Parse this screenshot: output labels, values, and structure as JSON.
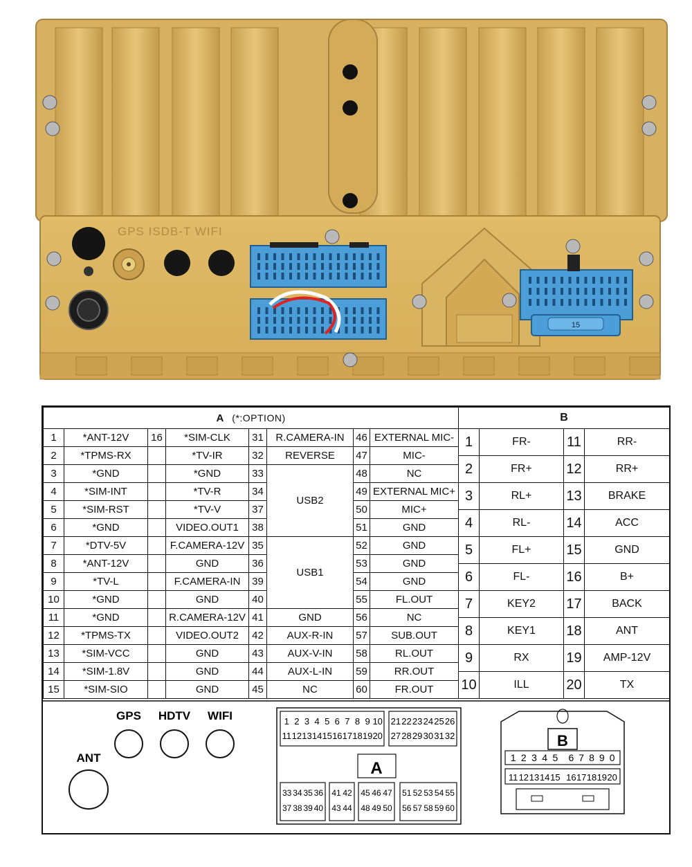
{
  "photo": {
    "label_antennas": "GPS  ISDB-T  WIFI",
    "fuse_label": "15"
  },
  "pinout": {
    "a_title": "A",
    "a_option": "(*:OPTION)",
    "b_title": "B",
    "a_rows": [
      [
        "1",
        "*ANT-12V",
        "16",
        "*SIM-CLK",
        "31",
        "R.CAMERA-IN",
        "46",
        "EXTERNAL MIC-"
      ],
      [
        "2",
        "*TPMS-RX",
        "",
        "*TV-IR",
        "32",
        "REVERSE",
        "47",
        "MIC-"
      ],
      [
        "3",
        "*GND",
        "",
        "*GND",
        "33",
        "",
        "48",
        "NC"
      ],
      [
        "4",
        "*SIM-INT",
        "",
        "*TV-R",
        "34",
        "",
        "49",
        "EXTERNAL MIC+"
      ],
      [
        "5",
        "*SIM-RST",
        "",
        "*TV-V",
        "37",
        "",
        "50",
        "MIC+"
      ],
      [
        "6",
        "*GND",
        "",
        "VIDEO.OUT1",
        "38",
        "",
        "51",
        "GND"
      ],
      [
        "7",
        "*DTV-5V",
        "",
        "F.CAMERA-12V",
        "35",
        "",
        "52",
        "GND"
      ],
      [
        "8",
        "*ANT-12V",
        "",
        "GND",
        "36",
        "",
        "53",
        "GND"
      ],
      [
        "9",
        "*TV-L",
        "",
        "F.CAMERA-IN",
        "39",
        "",
        "54",
        "GND"
      ],
      [
        "10",
        "*GND",
        "",
        "GND",
        "40",
        "",
        "55",
        "FL.OUT"
      ],
      [
        "11",
        "*GND",
        "",
        "R.CAMERA-12V",
        "41",
        "GND",
        "56",
        "NC"
      ],
      [
        "12",
        "*TPMS-TX",
        "",
        "VIDEO.OUT2",
        "42",
        "AUX-R-IN",
        "57",
        "SUB.OUT"
      ],
      [
        "13",
        "*SIM-VCC",
        "",
        "GND",
        "43",
        "AUX-V-IN",
        "58",
        "RL.OUT"
      ],
      [
        "14",
        "*SIM-1.8V",
        "",
        "GND",
        "44",
        "AUX-L-IN",
        "59",
        "RR.OUT"
      ],
      [
        "15",
        "*SIM-SIO",
        "",
        "GND",
        "45",
        "NC",
        "60",
        "FR.OUT"
      ]
    ],
    "usb2_label": "USB2",
    "usb1_label": "USB1",
    "b_rows": [
      [
        "1",
        "FR-",
        "11",
        "RR-"
      ],
      [
        "2",
        "FR+",
        "12",
        "RR+"
      ],
      [
        "3",
        "RL+",
        "13",
        "BRAKE"
      ],
      [
        "4",
        "RL-",
        "14",
        "ACC"
      ],
      [
        "5",
        "FL+",
        "15",
        "GND"
      ],
      [
        "6",
        "FL-",
        "16",
        "B+"
      ],
      [
        "7",
        "KEY2",
        "17",
        "BACK"
      ],
      [
        "8",
        "KEY1",
        "18",
        "ANT"
      ],
      [
        "9",
        "RX",
        "19",
        "AMP-12V"
      ],
      [
        "10",
        "ILL",
        "20",
        "TX"
      ]
    ]
  },
  "ports": {
    "gps": "GPS",
    "hdtv": "HDTV",
    "wifi": "WIFI",
    "ant": "ANT"
  },
  "connector_a": {
    "label": "A",
    "top_left_row1": [
      "1",
      "2",
      "3",
      "4",
      "5",
      "6",
      "7",
      "8",
      "9",
      "10"
    ],
    "top_left_row2": [
      "11",
      "12",
      "13",
      "14",
      "15",
      "16",
      "17",
      "18",
      "19",
      "20"
    ],
    "top_right_row1": [
      "21",
      "22",
      "23",
      "24",
      "25",
      "26"
    ],
    "top_right_row2": [
      "27",
      "28",
      "29",
      "30",
      "31",
      "32"
    ],
    "bottom_g1_row1": [
      "33",
      "34",
      "35",
      "36"
    ],
    "bottom_g1_row2": [
      "37",
      "38",
      "39",
      "40"
    ],
    "bottom_g2_row1": [
      "41",
      "42"
    ],
    "bottom_g2_row2": [
      "43",
      "44"
    ],
    "bottom_g3_row1": [
      "45",
      "46",
      "47"
    ],
    "bottom_g3_row2": [
      "48",
      "49",
      "50"
    ],
    "bottom_g4_row1": [
      "51",
      "52",
      "53",
      "54",
      "55"
    ],
    "bottom_g4_row2": [
      "56",
      "57",
      "58",
      "59",
      "60"
    ]
  },
  "connector_b": {
    "label": "B",
    "row1_left": [
      "1",
      "2",
      "3",
      "4",
      "5"
    ],
    "row1_right": [
      "6",
      "7",
      "8",
      "9",
      "0"
    ],
    "row2_left": [
      "11",
      "12",
      "13",
      "14",
      "15"
    ],
    "row2_right": [
      "16",
      "17",
      "18",
      "19",
      "20"
    ]
  },
  "colors": {
    "housing": "#dcb561",
    "housing_dark": "#b8914a",
    "connector_blue": "#4b9ed8",
    "line": "#111111"
  }
}
